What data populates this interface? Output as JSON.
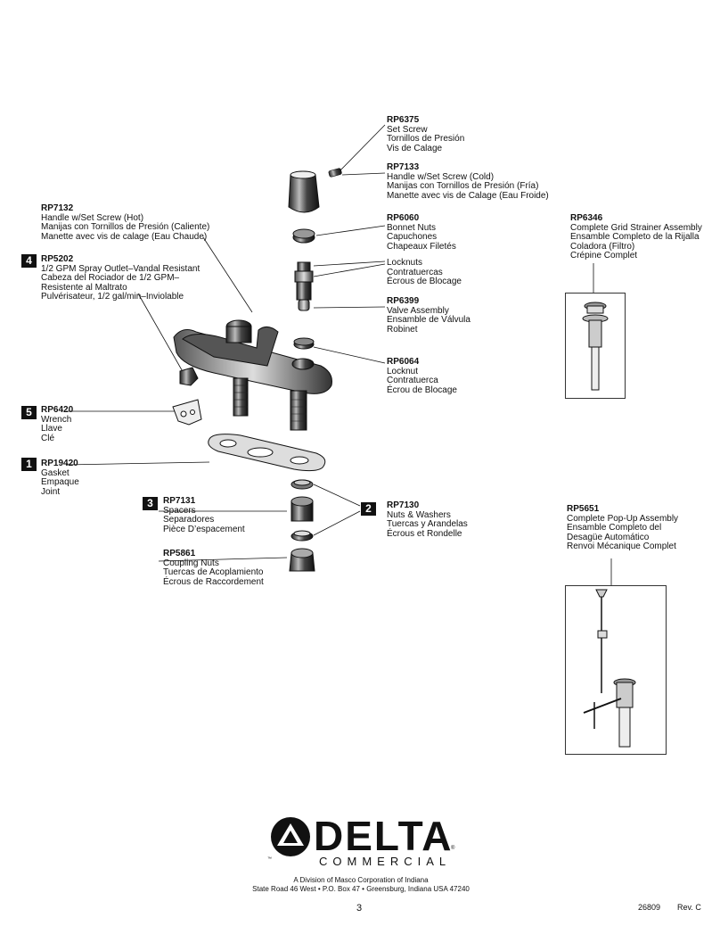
{
  "parts": {
    "rp6375": {
      "pn": "RP6375",
      "lines": [
        "Set Screw",
        "Tornillos de Presión",
        "Vis de Calage"
      ]
    },
    "rp7133": {
      "pn": "RP7133",
      "lines": [
        "Handle w/Set Screw (Cold)",
        "Manijas con Tornillos de Presión (Fría)",
        "Manette avec vis de Calage (Eau Froide)"
      ]
    },
    "rp7132": {
      "pn": "RP7132",
      "lines": [
        "Handle w/Set Screw (Hot)",
        "Manijas con Tornillos de Presión (Caliente)",
        "Manette avec vis de calage (Eau Chaude)"
      ]
    },
    "rp6060": {
      "pn": "RP6060",
      "lines": [
        "Bonnet Nuts",
        "Capuchones",
        "Chapeaux Filetés"
      ]
    },
    "rp6346": {
      "pn": "RP6346",
      "lines": [
        "Complete Grid Strainer Assembly",
        "Ensamble Completo de la Rijalla",
        "Coladora (Filtro)",
        "Crépine Complet"
      ]
    },
    "rp5202": {
      "num": "4",
      "pn": "RP5202",
      "lines": [
        "1/2 GPM Spray Outlet–Vandal Resistant",
        "Cabeza del Rociador de 1/2 GPM–",
        "Resistente al Maltrato",
        "Pulvérisateur, 1/2 gal/min–Inviolable"
      ]
    },
    "locknuts": {
      "lines": [
        "Locknuts",
        "Contratuercas",
        "Écrous de Blocage"
      ]
    },
    "rp6399": {
      "pn": "RP6399",
      "lines": [
        "Valve Assembly",
        "Ensamble de Válvula",
        "Robinet"
      ]
    },
    "rp6064": {
      "pn": "RP6064",
      "lines": [
        "Locknut",
        "Contratuerca",
        "Écrou de Blocage"
      ]
    },
    "rp6420": {
      "num": "5",
      "pn": "RP6420",
      "lines": [
        "Wrench",
        "Llave",
        "Clé"
      ]
    },
    "rp19420": {
      "num": "1",
      "pn": "RP19420",
      "lines": [
        "Gasket",
        "Empaque",
        "Joint"
      ]
    },
    "rp7131": {
      "num": "3",
      "pn": "RP7131",
      "lines": [
        "Spacers",
        "Separadores",
        "Pièce D’espacement"
      ]
    },
    "rp7130": {
      "num": "2",
      "pn": "RP7130",
      "lines": [
        "Nuts & Washers",
        "Tuercas y Arandelas",
        "Écrous et Rondelle"
      ]
    },
    "rp5651": {
      "pn": "RP5651",
      "lines": [
        "Complete Pop-Up Assembly",
        "Ensamble Completo del",
        "Desagüe Automático",
        "Renvoi Mécanique Complet"
      ]
    },
    "rp5861": {
      "pn": "RP5861",
      "lines": [
        "Coupling Nuts",
        "Tuercas de Acoplamiento",
        "Écrous de Raccordement"
      ]
    }
  },
  "logo": {
    "brand": "DELTA",
    "sub": "COMMERCIAL",
    "tm": "™",
    "reg": "®"
  },
  "footer": {
    "line1": "A Division of Masco Corporation of Indiana",
    "line2": "State Road 46 West  • P.O. Box 47 • Greensburg, Indiana USA 47240",
    "page": "3",
    "doc": "26809",
    "rev": "Rev. C"
  }
}
